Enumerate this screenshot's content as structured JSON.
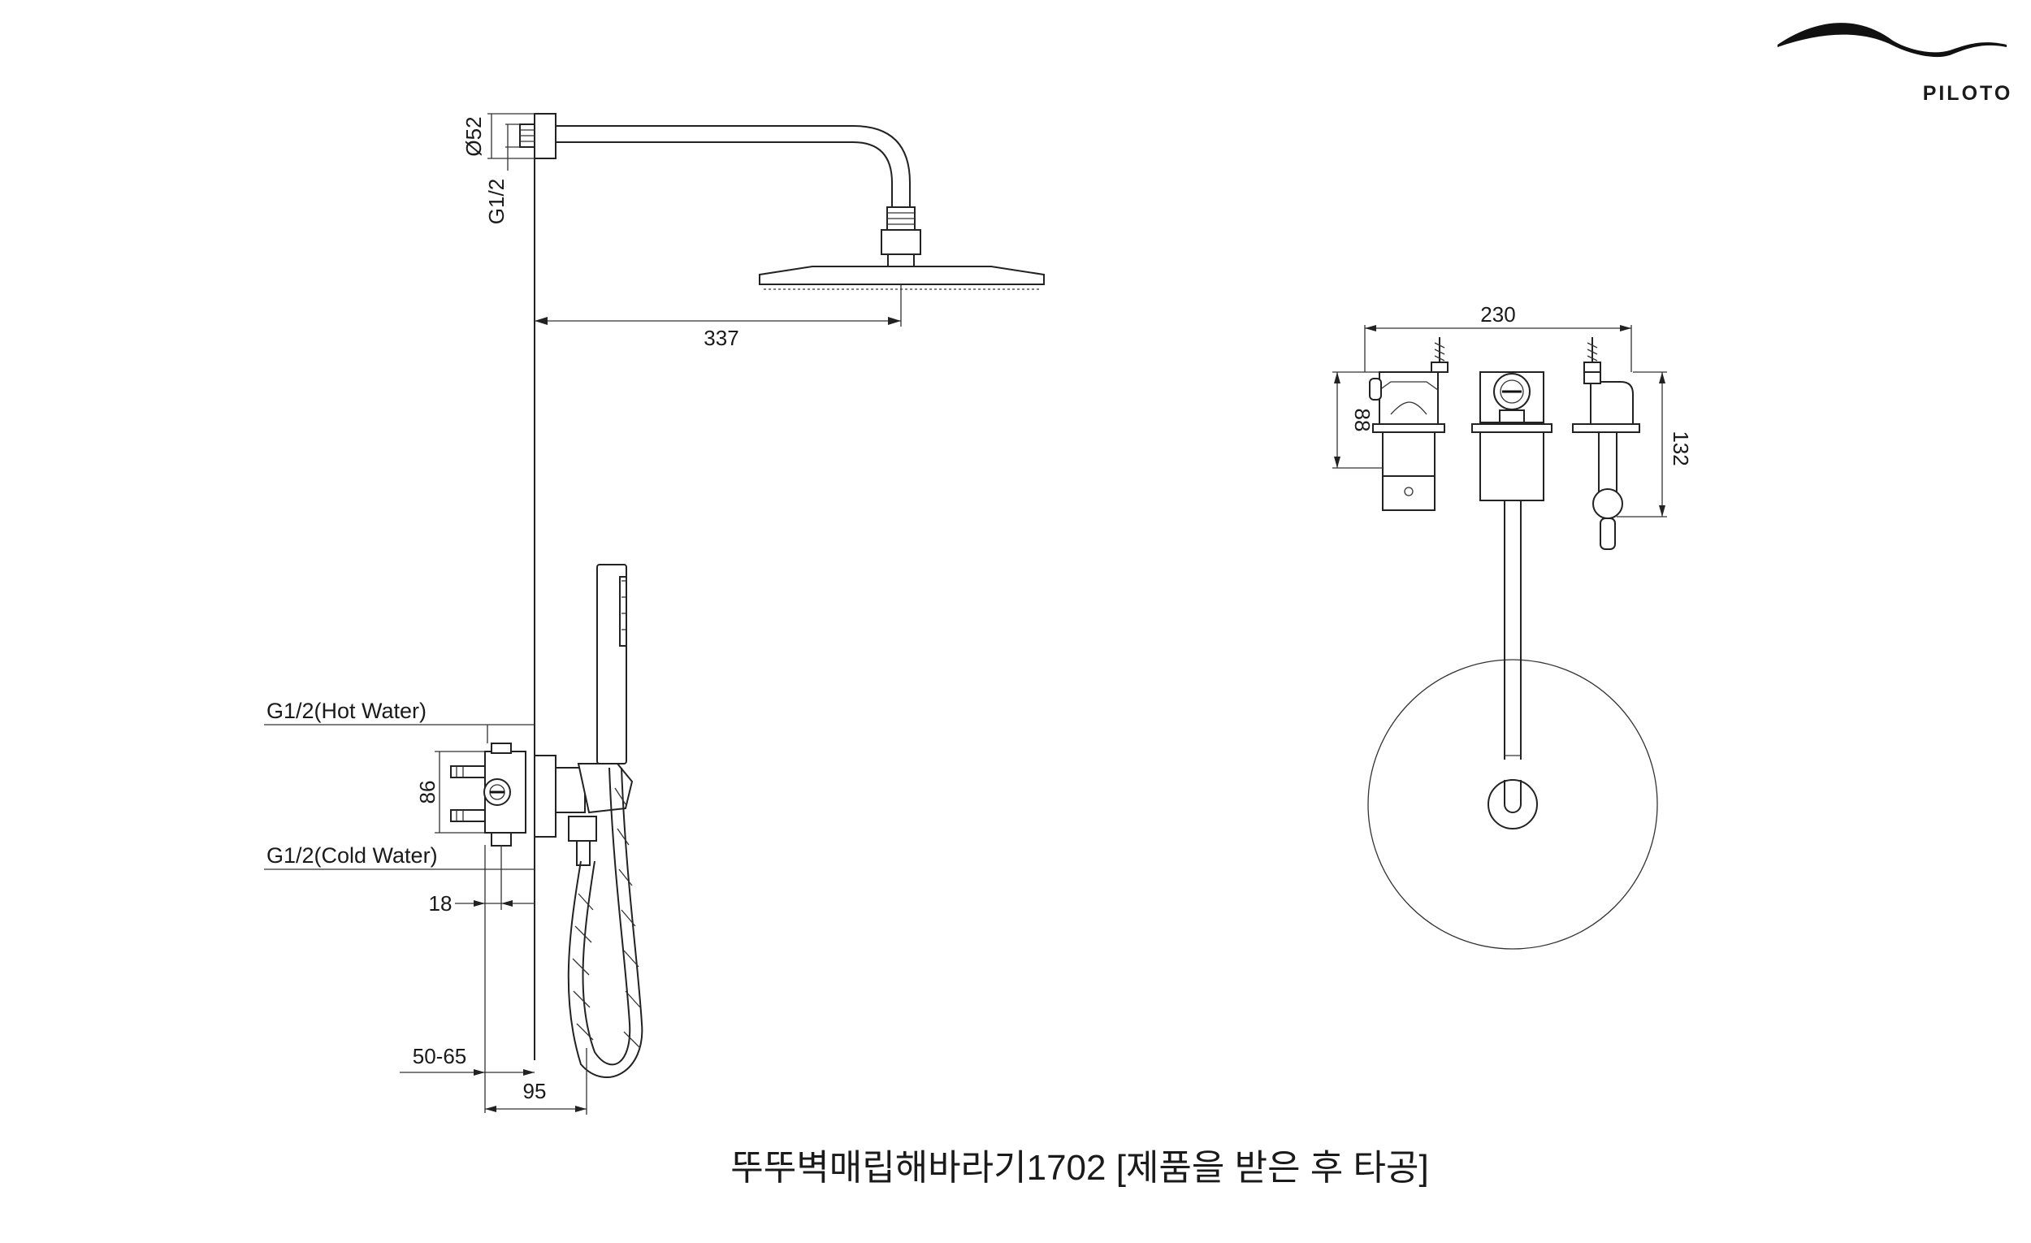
{
  "brand": {
    "name": "PILOTO",
    "logo": "wave-logo"
  },
  "caption": "뚜뚜벽매립해바라기1702 [제품을 받은 후 타공]",
  "side_view": {
    "labels": {
      "diameter": "Ø52",
      "thread_top": "G1/2",
      "arm_length": "337",
      "hot_inlet": "G1/2(Hot Water)",
      "cold_inlet": "G1/2(Cold Water)",
      "valve_height": "86",
      "inlet_offset": "18",
      "wall_depth": "50-65",
      "handle_depth": "95"
    }
  },
  "front_view": {
    "labels": {
      "overall_width": "230",
      "valve_height_left": "88",
      "valve_height_right": "132"
    }
  },
  "colors": {
    "line": "#222222",
    "background": "#ffffff"
  }
}
